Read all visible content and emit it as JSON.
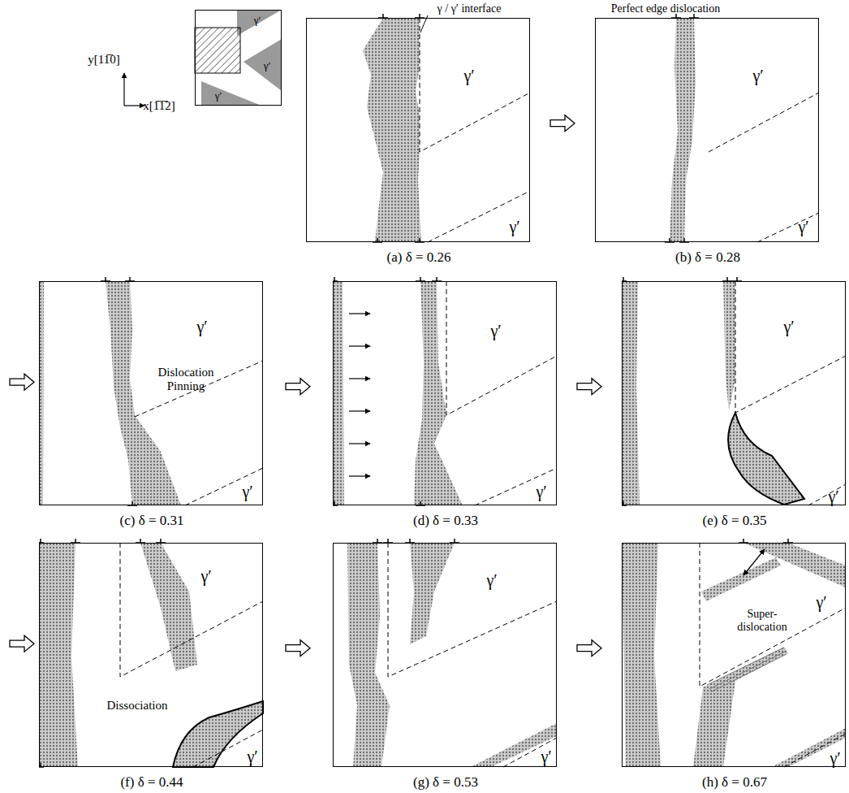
{
  "diagram": {
    "nodes": [
      {
        "text": [
          "γ′",
          "γ′",
          "γ′"
        ]
      },
      {
        "text": [
          "γ / γ′ interface",
          "γ′",
          "γ′",
          "(a) δ = 0.26"
        ]
      },
      {
        "text": [
          "Perfect edge dislocation",
          "γ′",
          "γ′",
          "(b) δ = 0.28"
        ]
      },
      {
        "text": [
          "γ′",
          "Dislocation Pinning",
          "γ′",
          "(c) δ = 0.31"
        ]
      },
      {
        "text": [
          "γ′",
          "γ′",
          "(d) δ = 0.33"
        ]
      },
      {
        "text": [
          "γ′",
          "γ′",
          "(e) δ = 0.35"
        ]
      },
      {
        "text": [
          "γ′",
          "Dissociation",
          "γ′",
          "(f) δ = 0.44"
        ]
      },
      {
        "text": [
          "γ′",
          "γ′",
          "(g) δ = 0.53"
        ]
      },
      {
        "text": [
          "γ′",
          "Super- dislocation",
          "γ′",
          "(h) δ = 0.67"
        ]
      }
    ],
    "edges": [
      {
        "from": 1,
        "to": 2,
        "arrow": "to"
      },
      {
        "from": 2,
        "to": 3,
        "arrow": "to"
      },
      {
        "from": 3,
        "to": 4,
        "arrow": "to"
      },
      {
        "from": 4,
        "to": 5,
        "arrow": "to"
      },
      {
        "from": 5,
        "to": 6,
        "arrow": "to"
      },
      {
        "from": 6,
        "to": 7,
        "arrow": "to"
      },
      {
        "from": 7,
        "to": 8,
        "arrow": "to"
      }
    ],
    "labels": [
      "y[11̅0]",
      "x[1̅1̅2]"
    ]
  }
}
